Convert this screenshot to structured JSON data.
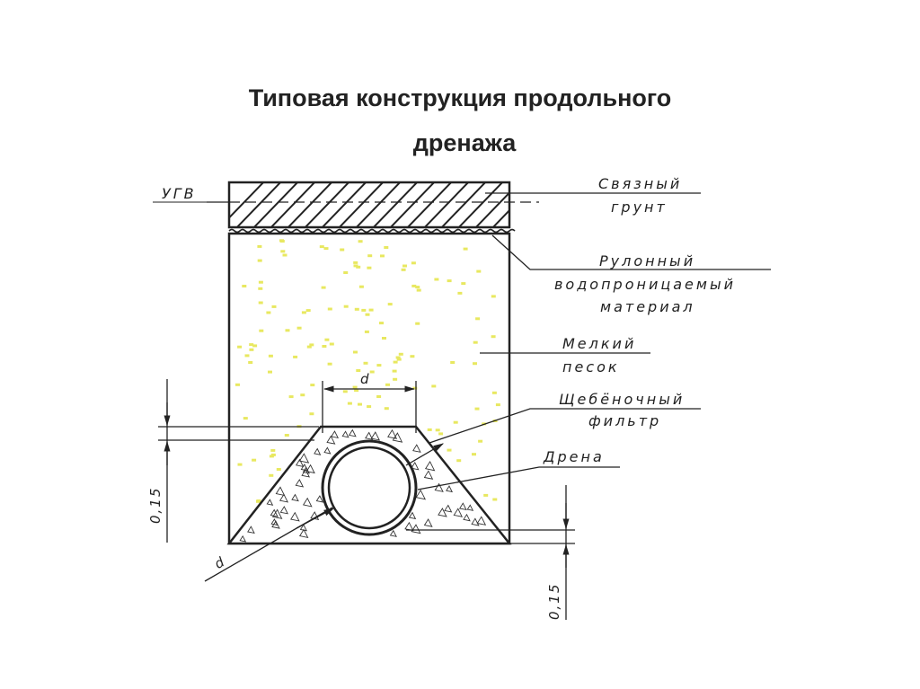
{
  "title": {
    "line1": "Типовая конструкция продольного",
    "line2": "дренажа"
  },
  "labels": {
    "ugv": "УГВ",
    "cohesive_soil_1": "Связный",
    "cohesive_soil_2": "грунт",
    "rolled_material_1": "Рулонный",
    "rolled_material_2": "водопроницаемый",
    "rolled_material_3": "материал",
    "fine_sand_1": "Мелкий",
    "fine_sand_2": "песок",
    "gravel_filter_1": "Щебёночный",
    "gravel_filter_2": "фильтр",
    "drain": "Дрена"
  },
  "dimensions": {
    "pipe_diameter_top": "d",
    "pipe_diameter_left": "d",
    "left_offset": "0,15",
    "bottom_offset": "0,15"
  },
  "colors": {
    "ink": "#222222",
    "sand_dot": "#e8e860",
    "background": "#ffffff"
  }
}
